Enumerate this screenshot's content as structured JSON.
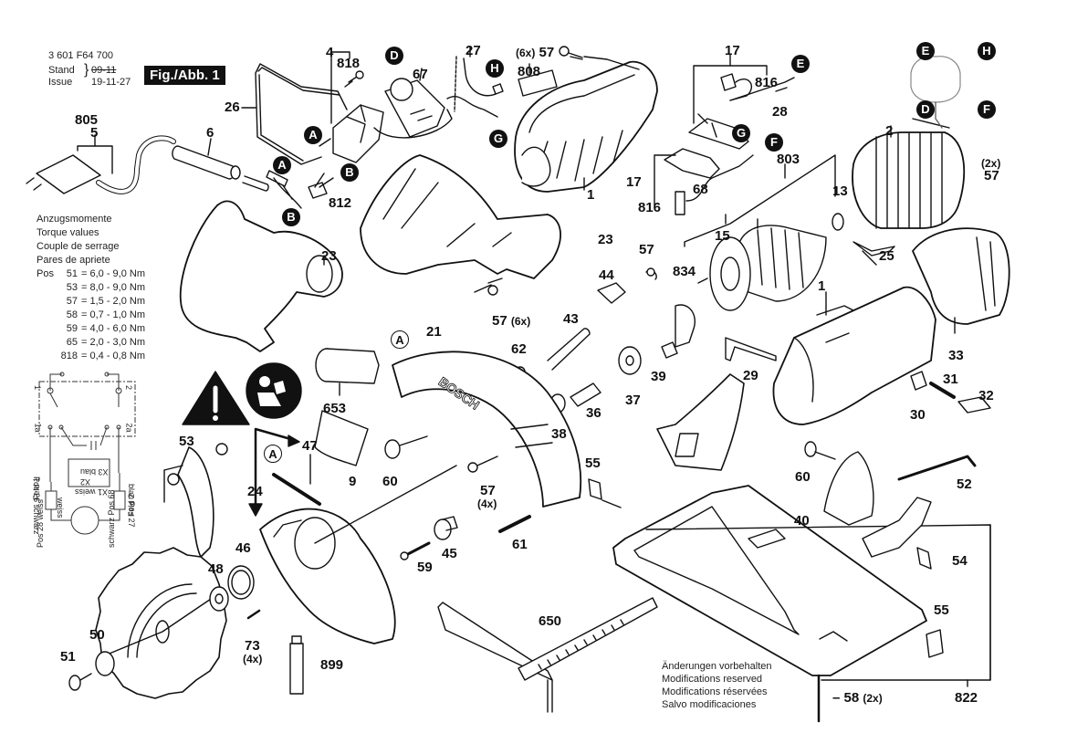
{
  "header": {
    "part_number": "3 601 F64 700",
    "stand_label": "Stand",
    "issue_label": "Issue",
    "stand_date": "09-11",
    "issue_date": "19-11-27",
    "figure_label": "Fig./Abb. 1"
  },
  "torque": {
    "titles": [
      "Anzugsmomente",
      "Torque values",
      "Couple de serrage",
      "Pares de apriete"
    ],
    "pos_label": "Pos",
    "rows": [
      {
        "pos": "51",
        "value": "= 6,0 - 9,0 Nm"
      },
      {
        "pos": "53",
        "value": "= 8,0 - 9,0 Nm"
      },
      {
        "pos": "57",
        "value": "= 1,5 - 2,0 Nm"
      },
      {
        "pos": "58",
        "value": "= 0,7 - 1,0 Nm"
      },
      {
        "pos": "59",
        "value": "= 4,0 - 6,0 Nm"
      },
      {
        "pos": "65",
        "value": "= 2,0 - 3,0 Nm"
      },
      {
        "pos": "818",
        "value": "= 0,4 - 0,8 Nm"
      }
    ]
  },
  "wiring": {
    "labels": [
      "1",
      "2",
      "1a",
      "2a",
      "X3 blau",
      "X2",
      "X1 weiss",
      "Pos 26 schwarz",
      "blau Pos 27",
      "Feld 1",
      "Feld 2",
      "weiss",
      "Pos 28 weiss",
      "schwarz Pos 68"
    ]
  },
  "modifications": [
    "Änderungen vorbehalten",
    "Modifications reserved",
    "Modifications réservées",
    "Salvo modificaciones"
  ],
  "connectors": [
    "A",
    "B",
    "D",
    "E",
    "F",
    "G",
    "H"
  ],
  "parts": [
    {
      "id": "p4",
      "label": "4"
    },
    {
      "id": "p818",
      "label": "818"
    },
    {
      "id": "p67",
      "label": "67"
    },
    {
      "id": "p27",
      "label": "27"
    },
    {
      "id": "p57a",
      "label": "57",
      "qty": "(6x)"
    },
    {
      "id": "p808",
      "label": "808"
    },
    {
      "id": "p17a",
      "label": "17"
    },
    {
      "id": "p816a",
      "label": "816"
    },
    {
      "id": "p28",
      "label": "28"
    },
    {
      "id": "p26",
      "label": "26"
    },
    {
      "id": "p805",
      "label": "805"
    },
    {
      "id": "p5",
      "label": "5"
    },
    {
      "id": "p6",
      "label": "6"
    },
    {
      "id": "p812",
      "label": "812"
    },
    {
      "id": "p1a",
      "label": "1"
    },
    {
      "id": "p17b",
      "label": "17"
    },
    {
      "id": "p816b",
      "label": "816"
    },
    {
      "id": "p68",
      "label": "68"
    },
    {
      "id": "p803",
      "label": "803"
    },
    {
      "id": "p13",
      "label": "13"
    },
    {
      "id": "p2",
      "label": "2"
    },
    {
      "id": "p57b",
      "label": "57",
      "qty": "(2x)"
    },
    {
      "id": "p23a",
      "label": "23"
    },
    {
      "id": "p23b",
      "label": "23"
    },
    {
      "id": "p57c",
      "label": "57",
      "qty": "(6x)"
    },
    {
      "id": "p15",
      "label": "15"
    },
    {
      "id": "p25",
      "label": "25"
    },
    {
      "id": "p57d",
      "label": "57"
    },
    {
      "id": "p44",
      "label": "44"
    },
    {
      "id": "p834",
      "label": "834"
    },
    {
      "id": "p1b",
      "label": "1"
    },
    {
      "id": "p43",
      "label": "43"
    },
    {
      "id": "p62",
      "label": "62"
    },
    {
      "id": "p33",
      "label": "33"
    },
    {
      "id": "p21",
      "label": "21"
    },
    {
      "id": "p39",
      "label": "39"
    },
    {
      "id": "p29",
      "label": "29"
    },
    {
      "id": "p37",
      "label": "37"
    },
    {
      "id": "p653",
      "label": "653"
    },
    {
      "id": "p36",
      "label": "36"
    },
    {
      "id": "p38",
      "label": "38"
    },
    {
      "id": "p31",
      "label": "31"
    },
    {
      "id": "p32",
      "label": "32"
    },
    {
      "id": "p30",
      "label": "30"
    },
    {
      "id": "p53",
      "label": "53"
    },
    {
      "id": "p47",
      "label": "47"
    },
    {
      "id": "p9",
      "label": "9"
    },
    {
      "id": "p60a",
      "label": "60"
    },
    {
      "id": "p24",
      "label": "24"
    },
    {
      "id": "p57e",
      "label": "57",
      "qty": "(4x)"
    },
    {
      "id": "p55a",
      "label": "55"
    },
    {
      "id": "p60b",
      "label": "60"
    },
    {
      "id": "p52",
      "label": "52"
    },
    {
      "id": "p40",
      "label": "40"
    },
    {
      "id": "p46",
      "label": "46"
    },
    {
      "id": "p45",
      "label": "45"
    },
    {
      "id": "p61",
      "label": "61"
    },
    {
      "id": "p59",
      "label": "59"
    },
    {
      "id": "p54",
      "label": "54"
    },
    {
      "id": "p48",
      "label": "48"
    },
    {
      "id": "p650",
      "label": "650"
    },
    {
      "id": "p55b",
      "label": "55"
    },
    {
      "id": "p50",
      "label": "50"
    },
    {
      "id": "p73",
      "label": "73",
      "qty": "(4x)"
    },
    {
      "id": "p51",
      "label": "51"
    },
    {
      "id": "p899",
      "label": "899"
    },
    {
      "id": "p58",
      "label": "58",
      "qty": "(2x)"
    },
    {
      "id": "p822",
      "label": "822"
    }
  ]
}
